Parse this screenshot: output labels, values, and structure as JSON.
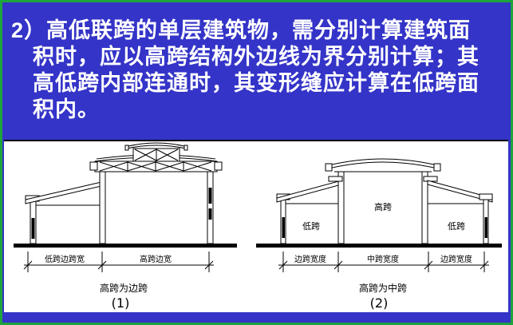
{
  "colors": {
    "background": "#3434C8",
    "border_green": "#1EA43C",
    "panel": "#FFFFFF",
    "drawing_line": "#000000",
    "heading_text": "#FFFFFF"
  },
  "heading": {
    "lines": [
      "2）高低联跨的单层建筑物，需分别计算建筑面",
      "积时，应以高跨结构外边线为界分别计算；其",
      "高低跨内部连通时，其变形缝应计算在低跨面",
      "积内。"
    ]
  },
  "figure1": {
    "dim_label_left": "低跨边跨宽",
    "dim_label_right": "高跨边宽",
    "caption": "高跨为边跨",
    "number": "(1)"
  },
  "figure2": {
    "area_label_left": "低跨",
    "area_label_center": "高跨",
    "area_label_right": "低跨",
    "dim_label_left": "边跨宽度",
    "dim_label_center": "中跨宽度",
    "dim_label_right": "边跨宽度",
    "caption": "高跨为中跨",
    "number": "(2)"
  }
}
